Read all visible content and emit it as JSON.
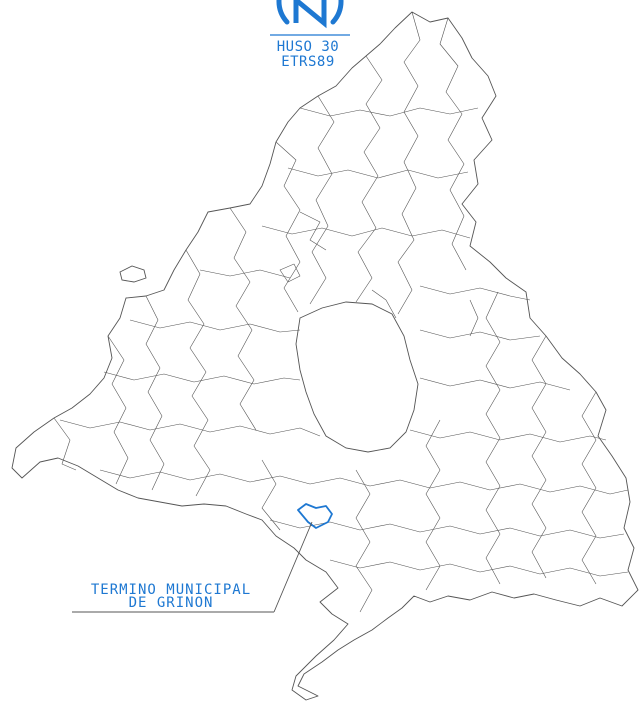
{
  "colors": {
    "accent": "#1e78d2",
    "boundary": "#555555",
    "highlight": "#1e78d2",
    "background": "#ffffff"
  },
  "north_arrow": {
    "icon": "north-arrow-icon",
    "letter": "N"
  },
  "projection": {
    "line1": "HUSO 30",
    "line2": "ETRS89"
  },
  "callout": {
    "line1": "TERMINO  MUNICIPAL",
    "line2": "DE GRINON"
  }
}
